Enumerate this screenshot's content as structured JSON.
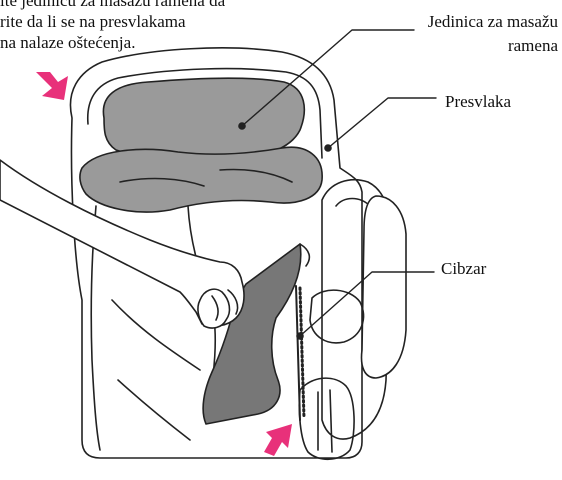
{
  "instructions": {
    "line1": "ite jedinicu za masažu ramena da",
    "line2": "rite da li se na presvlakama",
    "line3": "na nalaze oštećenja."
  },
  "labels": {
    "massage_unit_line1": "Jedinica za masažu",
    "massage_unit_line2": "ramena",
    "cover": "Presvlaka",
    "zipper": "Cibzar"
  },
  "colors": {
    "line": "#222222",
    "pad_gray": "#9a9a9a",
    "dark_gray": "#777777",
    "arrow_pink": "#e8317a",
    "background": "#ffffff"
  },
  "icons": [
    "arrow-icon",
    "arrow-icon"
  ]
}
